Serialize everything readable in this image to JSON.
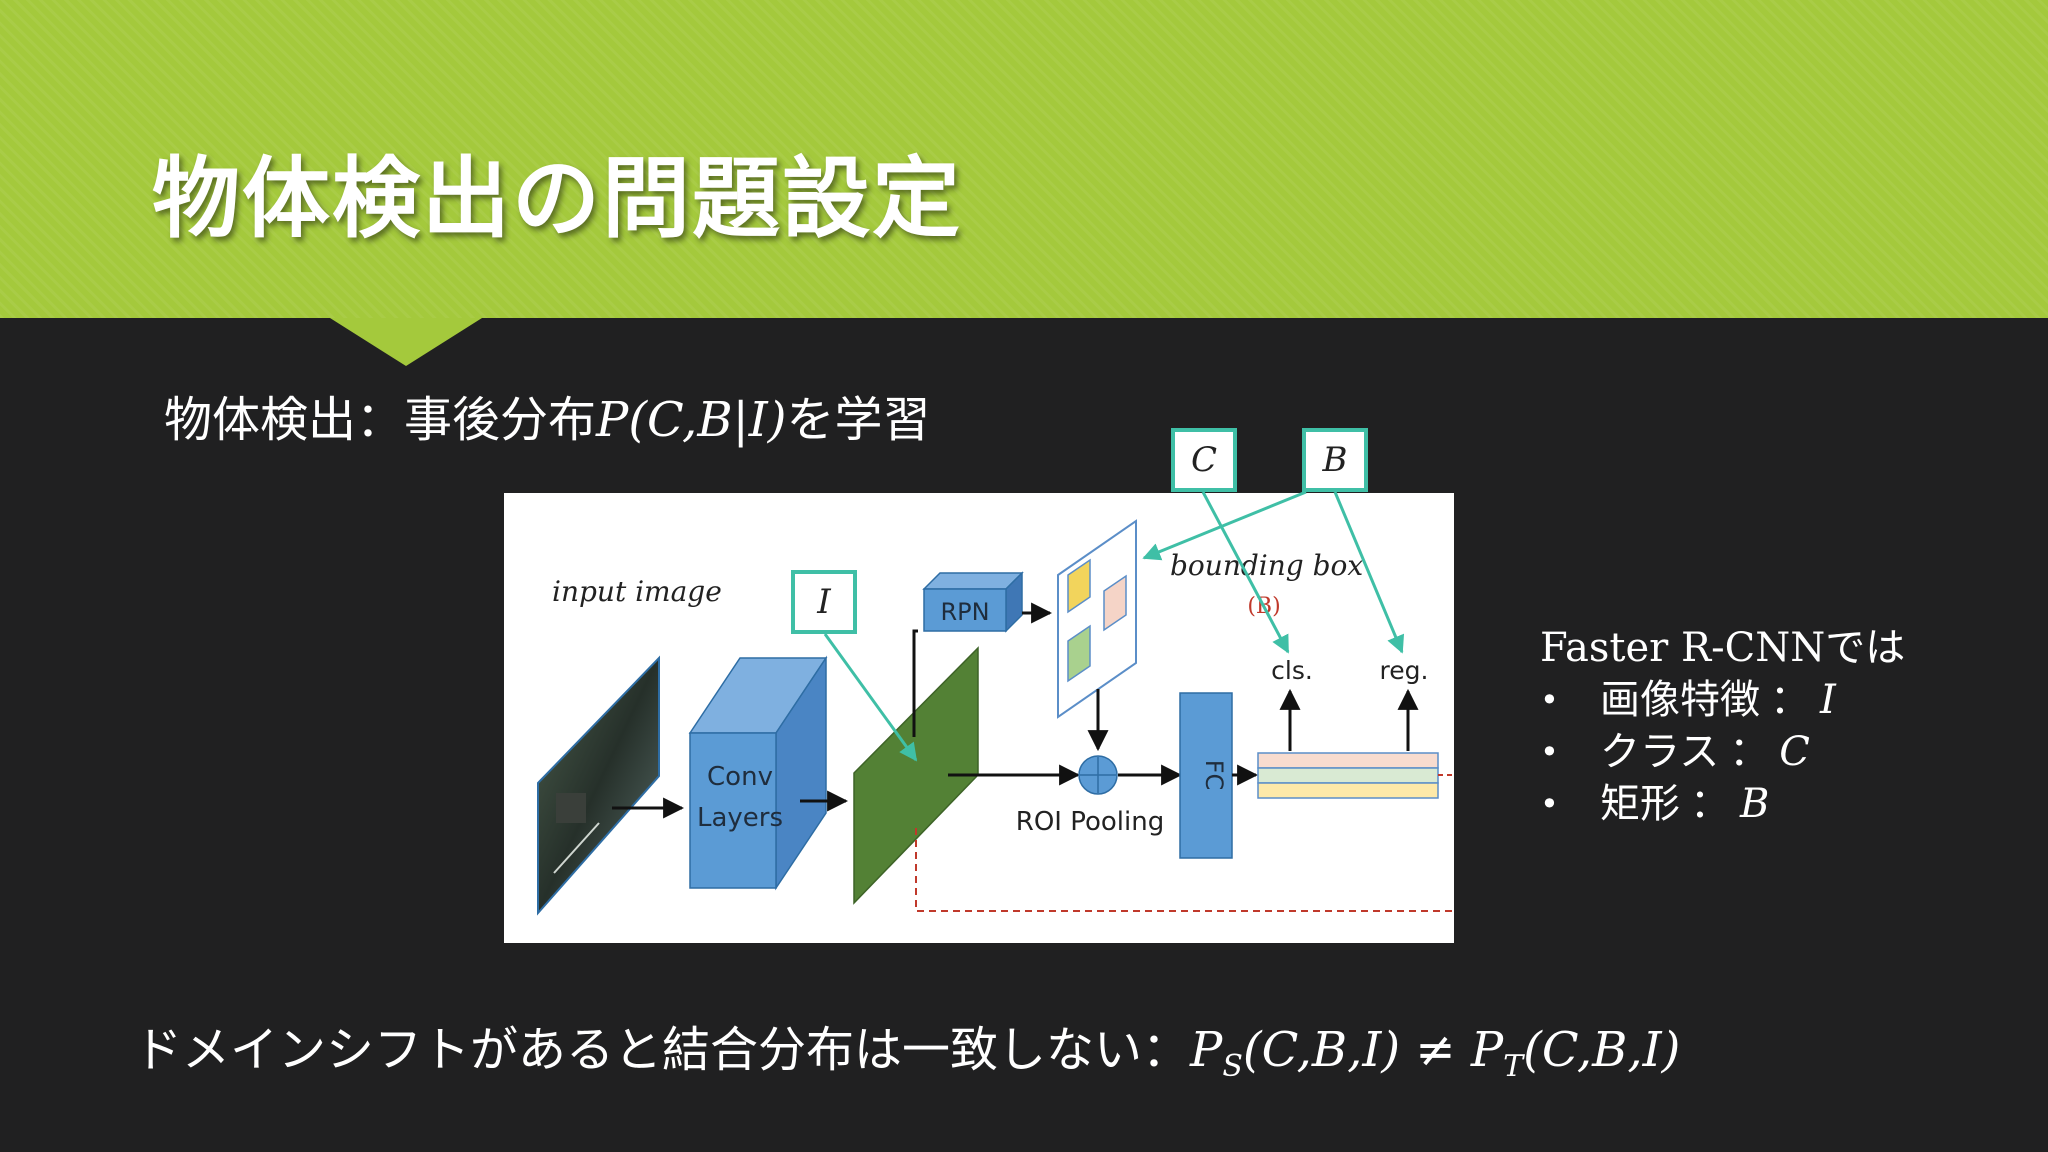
{
  "slide": {
    "title": "物体検出の問題設定",
    "task_line": {
      "label": "物体検出：事後分布",
      "formula": "P(C,B|I)",
      "suffix": "を学習"
    },
    "shift_line": {
      "label": "ドメインシフトがあると結合分布は一致しない：",
      "ps": "P",
      "ps_sub": "S",
      "ps_args": "(C,B,I)",
      "neq": " ≠ ",
      "pt": "P",
      "pt_sub": "T",
      "pt_args": "(C,B,I)"
    }
  },
  "diagram": {
    "input_label": "input image",
    "conv_line1": "Conv",
    "conv_line2": "Layers",
    "rpn_label": "RPN",
    "roi_label": "ROI Pooling",
    "fc_label": "FC",
    "bbox_label": "bounding box",
    "bbox_sub": "(B)",
    "cls_label": "cls.",
    "reg_label": "reg.",
    "tag_i": "I",
    "tag_c": "C",
    "tag_b": "B"
  },
  "side_panel": {
    "heading": "Faster R-CNNでは",
    "items": [
      {
        "label": "画像特徴",
        "sep": "：",
        "var": "I"
      },
      {
        "label": "クラス",
        "sep": "：",
        "var": "C"
      },
      {
        "label": "矩形",
        "sep": "：",
        "var": "B"
      }
    ]
  },
  "colors": {
    "header_green": "#a4c93c",
    "background": "#202021",
    "annotation_teal": "#3fbfa6",
    "block_blue": "#5b9bd5",
    "feature_green": "#538135"
  }
}
